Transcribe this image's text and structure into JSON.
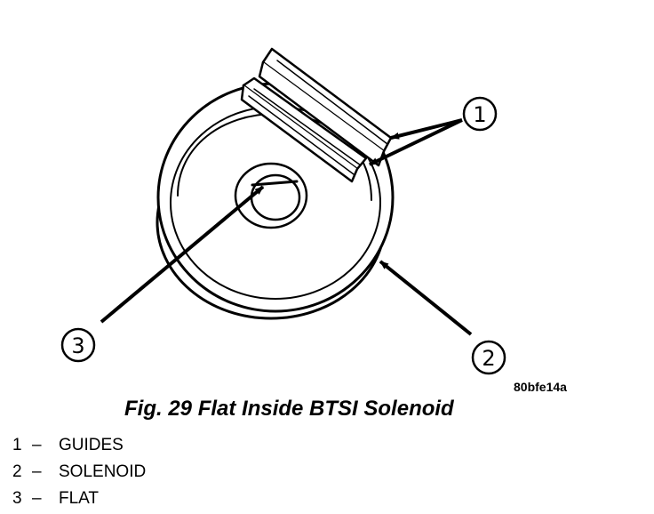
{
  "figure": {
    "ref_code": "80bfe14a",
    "caption": "Fig. 29 Flat Inside BTSI Solenoid"
  },
  "callouts": [
    {
      "number": "1",
      "target": "guides"
    },
    {
      "number": "2",
      "target": "solenoid"
    },
    {
      "number": "3",
      "target": "flat"
    }
  ],
  "legend": [
    {
      "number": "1",
      "separator": "–",
      "label": "GUIDES"
    },
    {
      "number": "2",
      "separator": "–",
      "label": "SOLENOID"
    },
    {
      "number": "3",
      "separator": "–",
      "label": "FLAT"
    }
  ]
}
